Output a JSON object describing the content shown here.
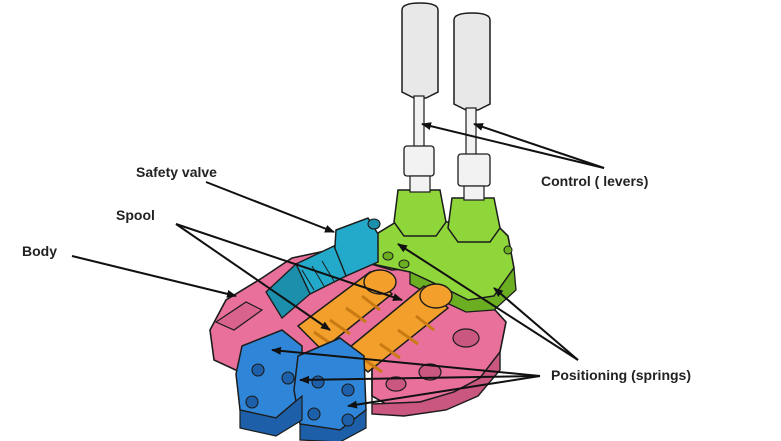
{
  "labels": {
    "safety_valve": "Safety valve",
    "spool": "Spool",
    "body": "Body",
    "control_levers": "Control ( levers)",
    "positioning": "Positioning (springs)"
  },
  "colors": {
    "body": "#e8709a",
    "body_dark": "#c9577f",
    "control_section": "#8fd63a",
    "control_section_dark": "#6cae22",
    "safety_valve": "#23a9c9",
    "spool": "#f2a02b",
    "spool_dark": "#c97a12",
    "positioning_caps": "#2f86d8",
    "positioning_caps_dark": "#1d5fa8",
    "lever": "#e8e8e8",
    "outline": "#1c1c1c"
  }
}
